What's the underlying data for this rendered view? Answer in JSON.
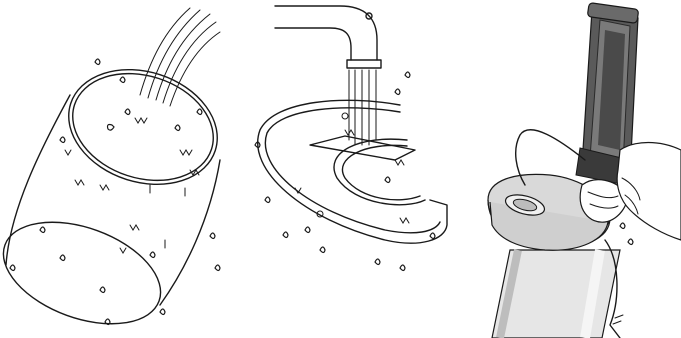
{
  "diagram": {
    "panels": [
      {
        "id": "rinse-bin",
        "icon": "water-stream-icon"
      },
      {
        "id": "rinse-lid-under-tap",
        "icon": "faucet-icon"
      },
      {
        "id": "wipe-base-with-cloth",
        "icon": "cloth-icon"
      }
    ],
    "colors": {
      "line": "#1a1a1a",
      "fill": "#ffffff",
      "base_grey": "#d9d9d9",
      "handle_grey": "#4a4a4a"
    }
  }
}
